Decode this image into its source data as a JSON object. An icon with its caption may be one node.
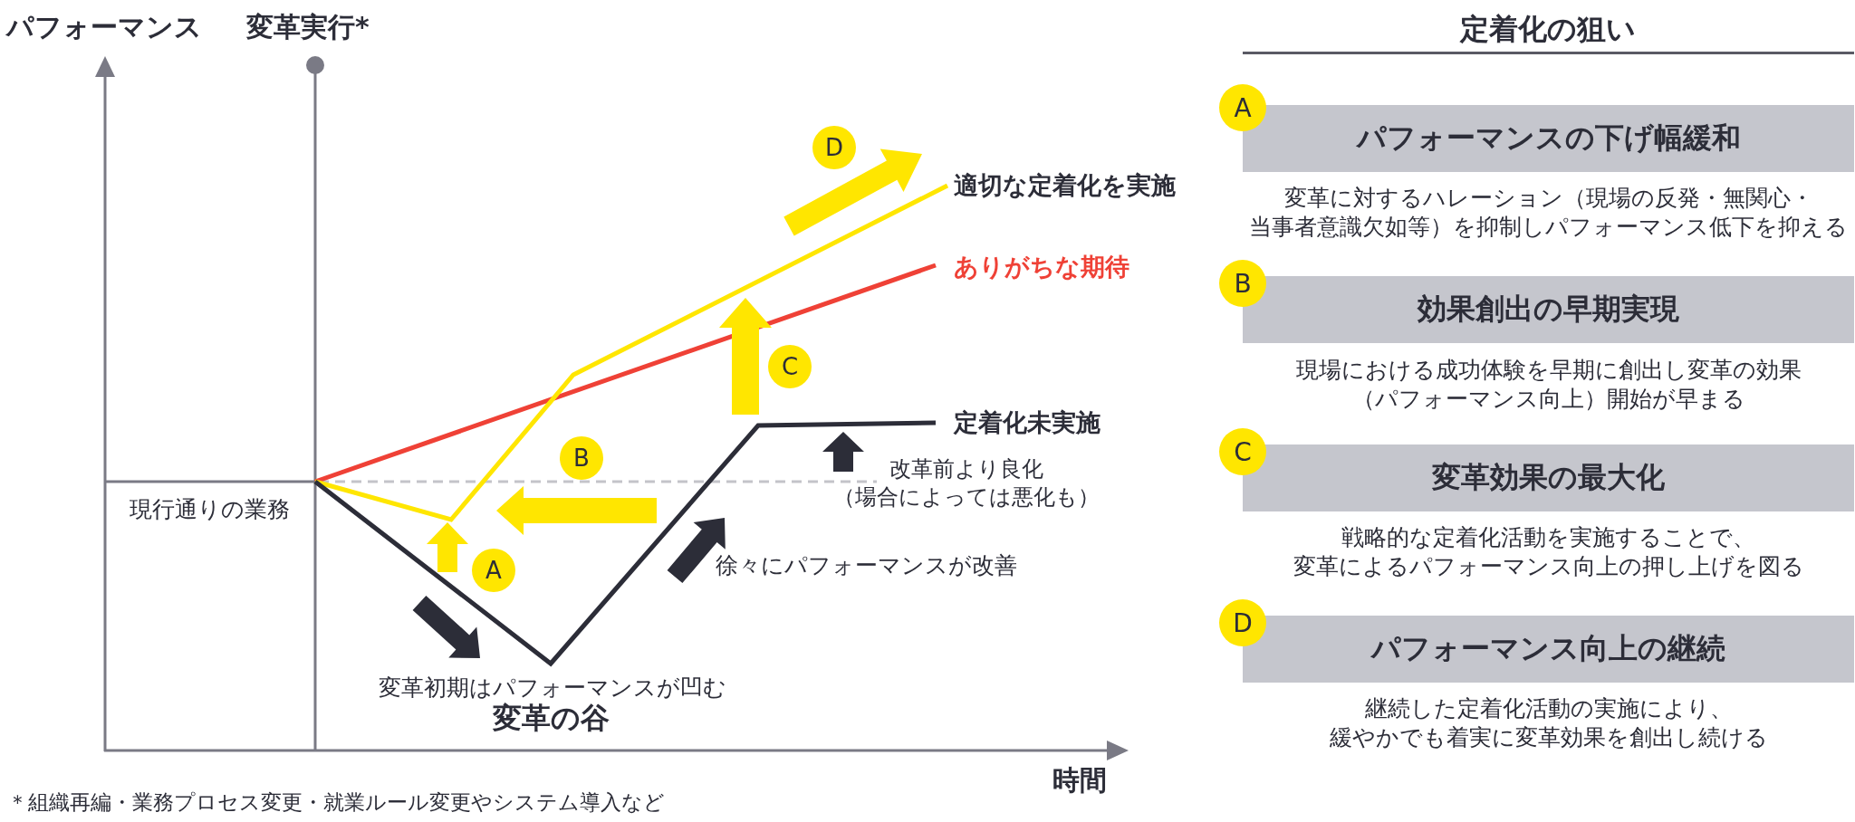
{
  "diagram": {
    "nodes": [
      {
        "text": [
          "A"
        ]
      },
      {
        "text": [
          "B"
        ]
      },
      {
        "text": [
          "C"
        ]
      },
      {
        "text": [
          "D"
        ]
      },
      {
        "text": [
          "A"
        ]
      },
      {
        "text": [
          "パフォーマンスの下げ幅緩和"
        ],
        "beside": [
          "変革に対するハレーション（現場の反発・無関心・当事者意識欠如等）を抑制しパフォーマンス低下を抑える"
        ]
      },
      {
        "text": [
          "B"
        ]
      },
      {
        "text": [
          "効果創出の早期実現"
        ],
        "beside": [
          "現場における成功体験を早期に創出し変革の効果（パフォーマンス向上）開始が早まる"
        ]
      },
      {
        "text": [
          "C"
        ]
      },
      {
        "text": [
          "変革効果の最大化"
        ],
        "beside": [
          "戦略的な定着化活動を実施することで、変革によるパフォーマンス向上の押し上げを図る"
        ]
      },
      {
        "text": [
          "D"
        ]
      },
      {
        "text": [
          "パフォーマンス向上の継続"
        ],
        "beside": [
          "継続した定着化活動の実施により、緩やかでも着実に変革効果を創出し続ける"
        ]
      }
    ],
    "labels": [
      "パフォーマンス",
      "変革実行*",
      "定着化の狙い",
      "適切な定着化を実施",
      "ありがちな期待",
      "定着化未実施",
      "改革前より良化（場合によっては悪化も）",
      "現行通りの業務",
      "徐々にパフォーマンスが改善",
      "変革初期はパフォーマンスが凹む",
      "変革の谷",
      "時間",
      "＊組織再編・業務プロセス変更・就業ルール変更やシステム導入など"
    ]
  }
}
